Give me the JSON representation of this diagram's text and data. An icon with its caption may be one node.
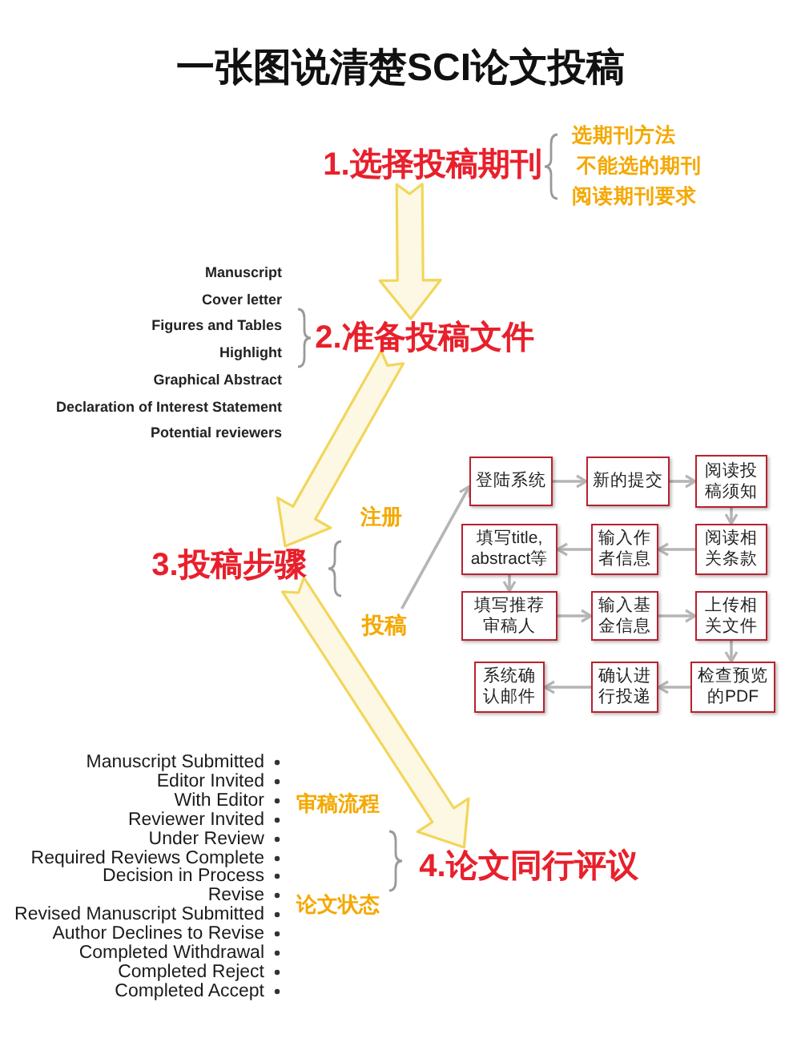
{
  "diagram": {
    "title": "一张图说清楚SCI论文投稿",
    "nodes": [
      {
        "text": [
          "1.选择投稿期刊"
        ]
      },
      {
        "text": [
          "2.准备投稿文件"
        ]
      },
      {
        "text": [
          "3.投稿步骤"
        ]
      },
      {
        "text": [
          "投稿"
        ]
      },
      {
        "text": [
          "登陆系统"
        ]
      },
      {
        "text": [
          "新的提交"
        ]
      },
      {
        "text": [
          "阅读投稿须知"
        ]
      },
      {
        "text": [
          "填写title, abstract等"
        ]
      },
      {
        "text": [
          "输入作者信息"
        ]
      },
      {
        "text": [
          "阅读相关条款"
        ]
      },
      {
        "text": [
          "填写推荐审稿人"
        ]
      },
      {
        "text": [
          "输入基金信息"
        ]
      },
      {
        "text": [
          "上传相关文件"
        ]
      },
      {
        "text": [
          "系统确认邮件"
        ]
      },
      {
        "text": [
          "确认进行投递"
        ]
      },
      {
        "text": [
          "检查预览的PDF"
        ]
      },
      {
        "text": [
          "4.论文同行评议"
        ]
      }
    ],
    "edges": [
      {
        "from": 0,
        "to": 1,
        "arrow": "to",
        "style": "thick",
        "color": "#f2d65a"
      },
      {
        "from": 1,
        "to": 2,
        "arrow": "to",
        "style": "thick",
        "color": "#f2d65a"
      },
      {
        "from": 3,
        "to": 4,
        "arrow": "to"
      },
      {
        "from": 4,
        "to": 5,
        "arrow": "to"
      },
      {
        "from": 5,
        "to": 6,
        "arrow": "to"
      },
      {
        "from": 6,
        "to": 9,
        "arrow": "to"
      },
      {
        "from": 9,
        "to": 8,
        "arrow": "to"
      },
      {
        "from": 8,
        "to": 7,
        "arrow": "to"
      },
      {
        "from": 7,
        "to": 10,
        "arrow": "to"
      },
      {
        "from": 10,
        "to": 11,
        "arrow": "to"
      },
      {
        "from": 11,
        "to": 12,
        "arrow": "to"
      },
      {
        "from": 12,
        "to": 15,
        "arrow": "to"
      },
      {
        "from": 15,
        "to": 14,
        "arrow": "to"
      },
      {
        "from": 14,
        "to": 13,
        "arrow": "to"
      },
      {
        "from": 2,
        "to": 16,
        "arrow": "to",
        "style": "thick",
        "color": "#f2d65a"
      }
    ],
    "labels": [
      "选期刊方法",
      "不能选的期刊",
      "阅读期刊要求",
      "Manuscript",
      "Cover letter",
      "Figures and Tables",
      "Highlight",
      "Graphical Abstract",
      "Declaration of Interest Statement",
      "Potential reviewers",
      "注册",
      "Manuscript Submitted",
      "Editor Invited",
      "With Editor",
      "Reviewer Invited",
      "Under Review",
      "Required Reviews Complete",
      "Decision in Process",
      "Revise",
      "Revised Manuscript Submitted",
      "Author Declines to Revise",
      "Completed Withdrawal",
      "Completed Reject",
      "Completed Accept",
      "审稿流程",
      "论文状态"
    ]
  }
}
